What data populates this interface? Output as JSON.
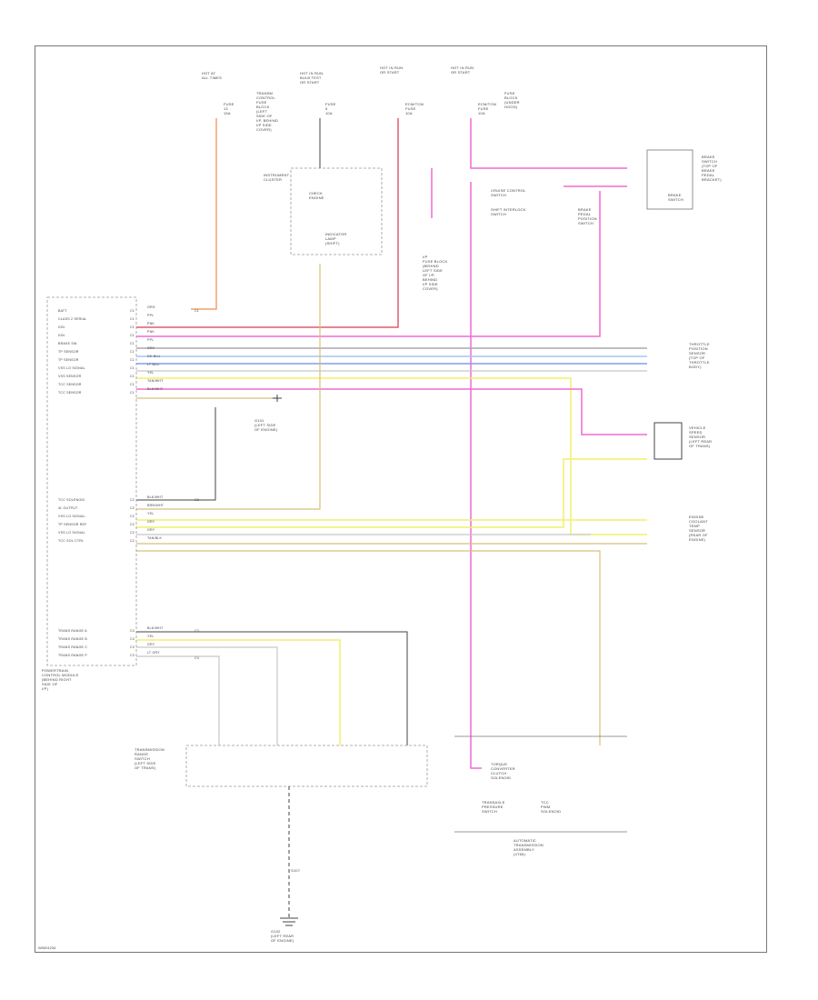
{
  "diagram": {
    "doc_id": "W0001234",
    "wire_colors": {
      "orange": "#f4a06a",
      "pink": "#f06ad2",
      "red": "#e05a6e",
      "yellow": "#f4ef6a",
      "tan": "#d8c07a",
      "gray": "#a8a8a8",
      "blue": "#7fa0e8",
      "light_blue": "#a8c4f0",
      "dark": "#444444",
      "frame": "#777777"
    },
    "fuses": [
      {
        "title": "HOT AT\nALL TIMES",
        "fuse": "FUSE\n13\n15A"
      },
      {
        "title": "HOT IN RUN,\nBULB TEST\nOR START",
        "fuse": "FUSE\n5\n10A",
        "note": "TRANSM\nCONTROL\nFUSE\nBLOCK\n(LEFT\nSIDE OF\nI/P, BEHIND\nI/P SIDE\nCOVER)"
      },
      {
        "title": "HOT IN RUN\nOR START",
        "fuse": "ECM/TCM\nFUSE\n10A"
      },
      {
        "title": "HOT IN RUN\nOR START",
        "fuse": "ECM/TCM\nFUSE\n10A",
        "note": "FUSE\nBLOCK\n(UNDER\nHOOD)"
      }
    ],
    "labels": {
      "instrument_cluster": "INSTRUMENT\nCLUSTER",
      "check_engine": "CHECK\nENGINE",
      "indicator_lamp": "INDICATOR\nLAMP\n(SHIFT)",
      "fuse_block_note": "I/P\nFUSE BLOCK\n(BEHIND\nLEFT SIDE\nOF I/P,\nBEHIND\nI/P SIDE\nCOVER)",
      "cruise_control": "CRUISE CONTROL\nSWITCH",
      "shift_interlock": "SHIFT INTERLOCK\nSWITCH",
      "brake_pedal": "BRAKE\nPEDAL\nPOSITION\nSWITCH",
      "brake_switch_note": "BRAKE\nSWITCH\n(TOP OF\nBRAKE\nPEDAL\nBRACKET)",
      "brake_switch_box": "BRAKE\nSWITCH",
      "throttle_sensor": "THROTTLE\nPOSITION\nSENSOR\n(TOP OF\nTHROTTLE\nBODY)",
      "speed_sensor": "VEHICLE\nSPEED\nSENSOR\n(LEFT REAR\nOF TRANS)",
      "engine_coolant": "ENGINE\nCOOLANT\nTEMP\nSENSOR\n(REAR OF\nENGINE)",
      "ground_g101": "G101\n(LEFT SIDE\nOF ENGINE)",
      "splice": "S107",
      "ground_g102": "G102\n(LEFT REAR\nOF ENGINE)",
      "pcm_name": "POWERTRAIN\nCONTROL MODULE\n(BEHIND RIGHT\nSIDE OF\nI/P)",
      "trans_switch": "TRANSMISSION\nRANGE\nSWITCH\n(LEFT SIDE\nOF TRANS)",
      "torque_conv": "TORQUE\nCONVERTER\nCLUTCH\nSOLENOID",
      "tcc_pwm": "TCC\nPWM\nSOLENOID",
      "trans_assy_label": "AUTOMATIC\nTRANSMISSION\nASSEMBLY\n(4T65)",
      "trans_note": "TRANSAXLE\nPRESSURE\nSWITCH"
    },
    "pcm_group1": [
      "BATT",
      "CLASS 2 SERIAL",
      "IGN",
      "IGN",
      "BRAKE SW",
      "TP SENSOR",
      "TP SENSOR",
      "VSS LO SIGNAL",
      "VSS SENSOR",
      "TCC SENSOR",
      "TCC SENSOR"
    ],
    "pcm_group1_pins": [
      "C1",
      "C1",
      "C1",
      "C1",
      "C1",
      "C1",
      "C1",
      "C1",
      "C1",
      "C1",
      "C1"
    ],
    "pcm_group1_colors": [
      "ORG",
      "PPL",
      "PNK",
      "PNK",
      "PPL",
      "GRY",
      "DK BLU",
      "LT BLU",
      "YEL",
      "TAN/WHT",
      "BLK/WHT"
    ],
    "pcm_group2": [
      "TCC SOLENOID",
      "4L OUTPUT",
      "VSS LO SIGNAL",
      "TP SENSOR REF",
      "VSS LO SIGNAL",
      "TCC SOL CTRL"
    ],
    "pcm_group2_pins": [
      "C2",
      "C2",
      "C2",
      "C2",
      "C2",
      "C2"
    ],
    "pcm_group2_colors": [
      "BLK/WHT",
      "BRN/WHT",
      "YEL",
      "GRY",
      "GRY",
      "TAN/BLK"
    ],
    "pcm_group3": [
      "TRANS RANGE A",
      "TRANS RANGE B",
      "TRANS RANGE C",
      "TRANS RANGE P"
    ],
    "pcm_group3_pins": [
      "C3",
      "C3",
      "C3",
      "C3"
    ],
    "pcm_group3_colors": [
      "BLK/WHT",
      "YEL",
      "GRY",
      "LT GRY"
    ],
    "connector_codes": [
      "C1",
      "C2",
      "C3",
      "C4"
    ]
  }
}
